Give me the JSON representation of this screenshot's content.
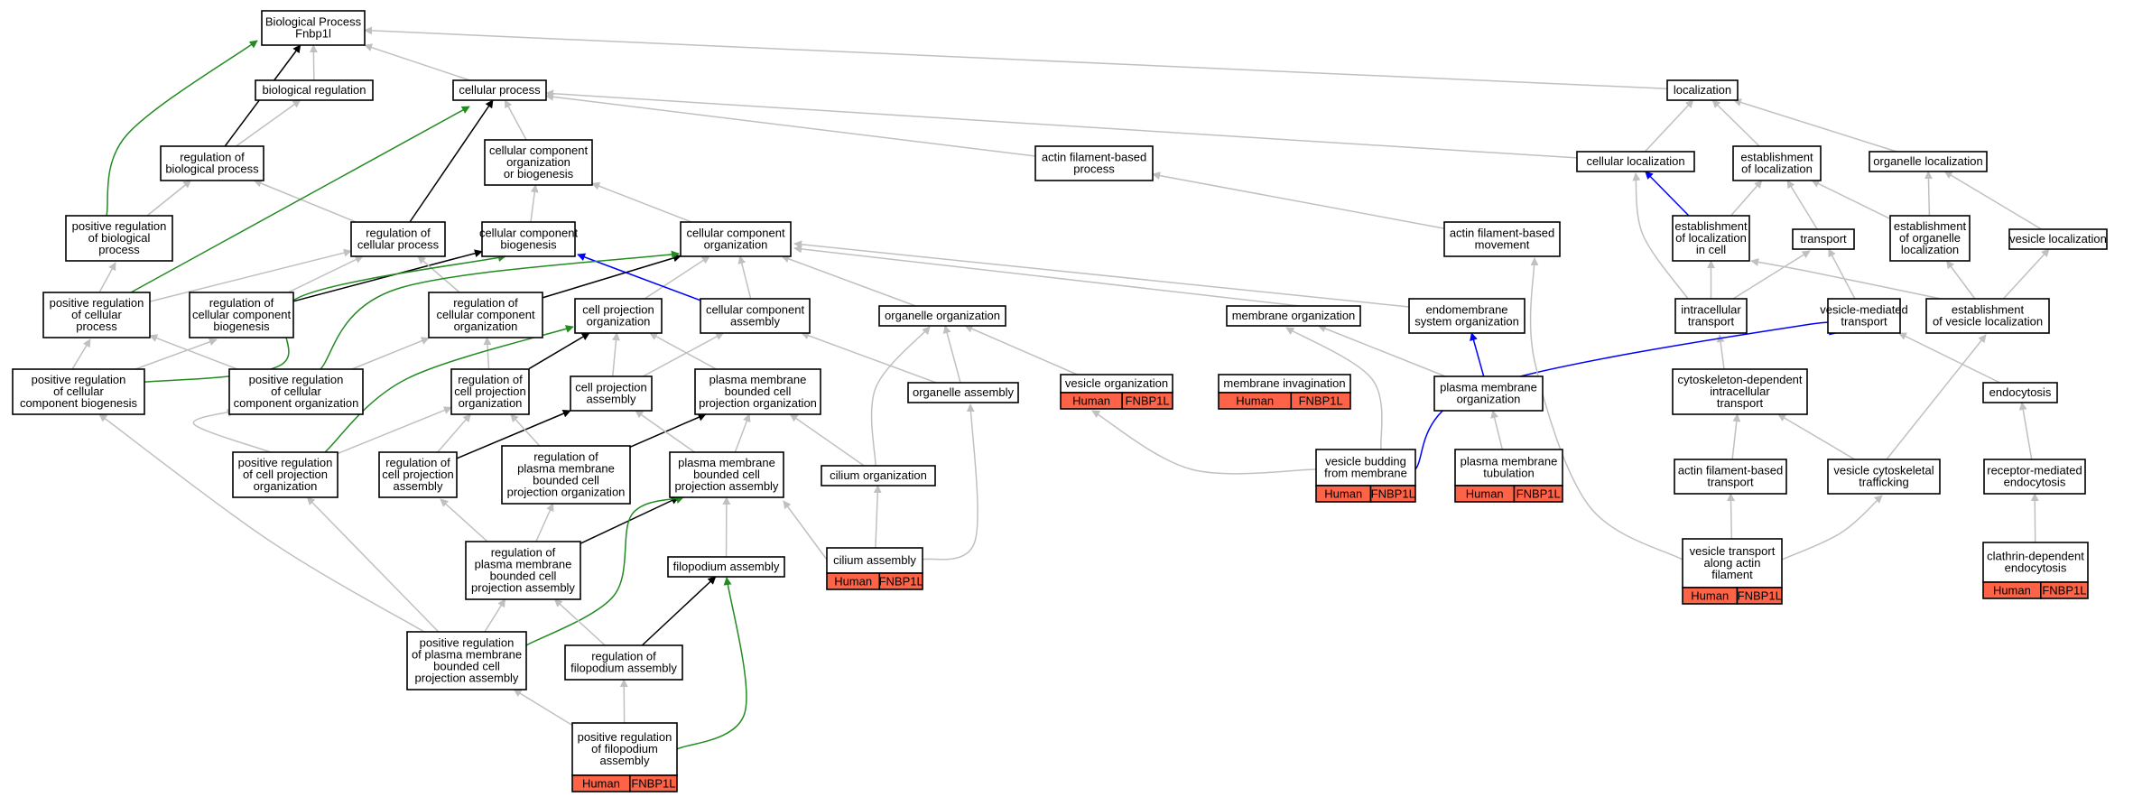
{
  "colors": {
    "gray": "#c0c0c0",
    "black": "#000000",
    "green": "#228b22",
    "blue": "#0000ff",
    "annotation_fill": "#ff6347"
  },
  "annotation_labels": [
    "Human",
    "FNBP1L"
  ],
  "nodes": [
    {
      "id": "bp",
      "lines": [
        "Biological Process",
        "Fnbp1l"
      ]
    },
    {
      "id": "bioreg",
      "lines": [
        "biological regulation"
      ]
    },
    {
      "id": "cellproc",
      "lines": [
        "cellular process"
      ]
    },
    {
      "id": "loc",
      "lines": [
        "localization"
      ]
    },
    {
      "id": "regbp",
      "lines": [
        "regulation of",
        "biological process"
      ]
    },
    {
      "id": "ccob",
      "lines": [
        "cellular component",
        "organization",
        "or biogenesis"
      ]
    },
    {
      "id": "afbp",
      "lines": [
        "actin filament-based",
        "process"
      ]
    },
    {
      "id": "cellloc",
      "lines": [
        "cellular localization"
      ]
    },
    {
      "id": "estloc",
      "lines": [
        "establishment",
        "of localization"
      ]
    },
    {
      "id": "orgloc",
      "lines": [
        "organelle localization"
      ]
    },
    {
      "id": "posregbp",
      "lines": [
        "positive regulation",
        "of biological",
        "process"
      ]
    },
    {
      "id": "regcp",
      "lines": [
        "regulation of",
        "cellular process"
      ]
    },
    {
      "id": "ccbio",
      "lines": [
        "cellular component",
        "biogenesis"
      ]
    },
    {
      "id": "cco",
      "lines": [
        "cellular component",
        "organization"
      ]
    },
    {
      "id": "afbm",
      "lines": [
        "actin filament-based",
        "movement"
      ]
    },
    {
      "id": "estlocc",
      "lines": [
        "establishment",
        "of localization",
        "in cell"
      ]
    },
    {
      "id": "transport",
      "lines": [
        "transport"
      ]
    },
    {
      "id": "estorgloc",
      "lines": [
        "establishment",
        "of organelle",
        "localization"
      ]
    },
    {
      "id": "vesloc",
      "lines": [
        "vesicle localization"
      ]
    },
    {
      "id": "posregcp",
      "lines": [
        "positive regulation",
        "of cellular",
        "process"
      ]
    },
    {
      "id": "regccb",
      "lines": [
        "regulation of",
        "cellular component",
        "biogenesis"
      ]
    },
    {
      "id": "regcco",
      "lines": [
        "regulation of",
        "cellular component",
        "organization"
      ]
    },
    {
      "id": "cpo",
      "lines": [
        "cell projection",
        "organization"
      ]
    },
    {
      "id": "cca",
      "lines": [
        "cellular component",
        "assembly"
      ]
    },
    {
      "id": "orgo",
      "lines": [
        "organelle organization"
      ]
    },
    {
      "id": "memo",
      "lines": [
        "membrane organization"
      ]
    },
    {
      "id": "endo",
      "lines": [
        "endomembrane",
        "system organization"
      ]
    },
    {
      "id": "ict",
      "lines": [
        "intracellular",
        "transport"
      ]
    },
    {
      "id": "vmt",
      "lines": [
        "vesicle-mediated",
        "transport"
      ]
    },
    {
      "id": "estvesloc",
      "lines": [
        "establishment",
        "of vesicle localization"
      ]
    },
    {
      "id": "posregccb",
      "lines": [
        "positive regulation",
        "of cellular",
        "component biogenesis"
      ]
    },
    {
      "id": "posregcco",
      "lines": [
        "positive regulation",
        "of cellular",
        "component organization"
      ]
    },
    {
      "id": "regcpo",
      "lines": [
        "regulation of",
        "cell projection",
        "organization"
      ]
    },
    {
      "id": "cpa",
      "lines": [
        "cell projection",
        "assembly"
      ]
    },
    {
      "id": "pmbcpo",
      "lines": [
        "plasma membrane",
        "bounded cell",
        "projection organization"
      ]
    },
    {
      "id": "orga",
      "lines": [
        "organelle assembly"
      ]
    },
    {
      "id": "veso",
      "lines": [
        "vesicle organization"
      ],
      "annotated": true
    },
    {
      "id": "memi",
      "lines": [
        "membrane invagination"
      ],
      "annotated": true
    },
    {
      "id": "pmo",
      "lines": [
        "plasma membrane",
        "organization"
      ]
    },
    {
      "id": "cdit",
      "lines": [
        "cytoskeleton-dependent",
        "intracellular",
        "transport"
      ]
    },
    {
      "id": "endocytosis",
      "lines": [
        "endocytosis"
      ]
    },
    {
      "id": "posregcpo",
      "lines": [
        "positive regulation",
        "of cell projection",
        "organization"
      ]
    },
    {
      "id": "regcpa",
      "lines": [
        "regulation of",
        "cell projection",
        "assembly"
      ]
    },
    {
      "id": "regpmbcpo",
      "lines": [
        "regulation of",
        "plasma membrane",
        "bounded cell",
        "projection organization"
      ]
    },
    {
      "id": "pmbcpa",
      "lines": [
        "plasma membrane",
        "bounded cell",
        "projection assembly"
      ]
    },
    {
      "id": "cilo",
      "lines": [
        "cilium organization"
      ]
    },
    {
      "id": "vbfm",
      "lines": [
        "vesicle budding",
        "from membrane"
      ],
      "annotated": true
    },
    {
      "id": "pmt",
      "lines": [
        "plasma membrane",
        "tubulation"
      ],
      "annotated": true
    },
    {
      "id": "afbt",
      "lines": [
        "actin filament-based",
        "transport"
      ]
    },
    {
      "id": "vct",
      "lines": [
        "vesicle cytoskeletal",
        "trafficking"
      ]
    },
    {
      "id": "rme",
      "lines": [
        "receptor-mediated",
        "endocytosis"
      ]
    },
    {
      "id": "regpmbcpa",
      "lines": [
        "regulation of",
        "plasma membrane",
        "bounded cell",
        "projection assembly"
      ]
    },
    {
      "id": "filoa",
      "lines": [
        "filopodium assembly"
      ]
    },
    {
      "id": "cila",
      "lines": [
        "cilium assembly"
      ],
      "annotated": true
    },
    {
      "id": "vtaaf",
      "lines": [
        "vesicle transport",
        "along actin",
        "filament"
      ],
      "annotated": true
    },
    {
      "id": "cde",
      "lines": [
        "clathrin-dependent",
        "endocytosis"
      ],
      "annotated": true
    },
    {
      "id": "posregpmbcpa",
      "lines": [
        "positive regulation",
        "of plasma membrane",
        "bounded cell",
        "projection assembly"
      ]
    },
    {
      "id": "regfiloa",
      "lines": [
        "regulation of",
        "filopodium assembly"
      ]
    },
    {
      "id": "posregfiloa",
      "lines": [
        "positive regulation",
        "of filopodium",
        "assembly"
      ],
      "annotated": true
    }
  ],
  "edges": [
    {
      "from": "bioreg",
      "to": "bp",
      "color": "gray"
    },
    {
      "from": "cellproc",
      "to": "bp",
      "color": "gray"
    },
    {
      "from": "loc",
      "to": "bp",
      "color": "gray"
    },
    {
      "from": "regbp",
      "to": "bioreg",
      "color": "gray"
    },
    {
      "from": "regbp",
      "to": "bp",
      "color": "black"
    },
    {
      "from": "posregbp",
      "to": "bp",
      "color": "green"
    },
    {
      "from": "posregbp",
      "to": "regbp",
      "color": "gray"
    },
    {
      "from": "regcp",
      "to": "regbp",
      "color": "gray"
    },
    {
      "from": "regcp",
      "to": "cellproc",
      "color": "black"
    },
    {
      "from": "posregcp",
      "to": "posregbp",
      "color": "gray"
    },
    {
      "from": "posregcp",
      "to": "regcp",
      "color": "gray"
    },
    {
      "from": "posregcp",
      "to": "cellproc",
      "color": "green"
    },
    {
      "from": "ccob",
      "to": "cellproc",
      "color": "gray"
    },
    {
      "from": "afbp",
      "to": "cellproc",
      "color": "gray"
    },
    {
      "from": "cellloc",
      "to": "cellproc",
      "color": "gray"
    },
    {
      "from": "cellloc",
      "to": "loc",
      "color": "gray"
    },
    {
      "from": "estloc",
      "to": "loc",
      "color": "gray"
    },
    {
      "from": "orgloc",
      "to": "loc",
      "color": "gray"
    },
    {
      "from": "ccbio",
      "to": "ccob",
      "color": "gray"
    },
    {
      "from": "cco",
      "to": "ccob",
      "color": "gray"
    },
    {
      "from": "afbm",
      "to": "afbp",
      "color": "gray"
    },
    {
      "from": "estlocc",
      "to": "cellloc",
      "color": "blue"
    },
    {
      "from": "estlocc",
      "to": "estloc",
      "color": "gray"
    },
    {
      "from": "transport",
      "to": "estloc",
      "color": "gray"
    },
    {
      "from": "estorgloc",
      "to": "estloc",
      "color": "gray"
    },
    {
      "from": "estorgloc",
      "to": "orgloc",
      "color": "gray"
    },
    {
      "from": "vesloc",
      "to": "orgloc",
      "color": "gray"
    },
    {
      "from": "regccb",
      "to": "regcp",
      "color": "gray"
    },
    {
      "from": "regccb",
      "to": "ccbio",
      "color": "black"
    },
    {
      "from": "regcco",
      "to": "regcp",
      "color": "gray"
    },
    {
      "from": "regcco",
      "to": "cco",
      "color": "black"
    },
    {
      "from": "cpo",
      "to": "cco",
      "color": "gray"
    },
    {
      "from": "cca",
      "to": "ccbio",
      "color": "blue"
    },
    {
      "from": "cca",
      "to": "cco",
      "color": "gray"
    },
    {
      "from": "orgo",
      "to": "cco",
      "color": "gray"
    },
    {
      "from": "memo",
      "to": "cco",
      "color": "gray"
    },
    {
      "from": "endo",
      "to": "cco",
      "color": "gray"
    },
    {
      "from": "ict",
      "to": "cellloc",
      "color": "gray"
    },
    {
      "from": "ict",
      "to": "estlocc",
      "color": "gray"
    },
    {
      "from": "ict",
      "to": "transport",
      "color": "gray"
    },
    {
      "from": "vmt",
      "to": "transport",
      "color": "gray"
    },
    {
      "from": "estvesloc",
      "to": "estlocc",
      "color": "gray"
    },
    {
      "from": "estvesloc",
      "to": "estorgloc",
      "color": "gray"
    },
    {
      "from": "estvesloc",
      "to": "vesloc",
      "color": "gray"
    },
    {
      "from": "posregccb",
      "to": "posregcp",
      "color": "gray"
    },
    {
      "from": "posregccb",
      "to": "regccb",
      "color": "gray"
    },
    {
      "from": "posregccb",
      "to": "ccbio",
      "color": "green"
    },
    {
      "from": "posregcco",
      "to": "posregcp",
      "color": "gray"
    },
    {
      "from": "posregcco",
      "to": "regcco",
      "color": "gray"
    },
    {
      "from": "posregcco",
      "to": "cco",
      "color": "green"
    },
    {
      "from": "regcpo",
      "to": "regcco",
      "color": "gray"
    },
    {
      "from": "regcpo",
      "to": "cpo",
      "color": "black"
    },
    {
      "from": "cpa",
      "to": "cpo",
      "color": "gray"
    },
    {
      "from": "cpa",
      "to": "cca",
      "color": "gray"
    },
    {
      "from": "pmbcpo",
      "to": "cpo",
      "color": "gray"
    },
    {
      "from": "orga",
      "to": "cca",
      "color": "gray"
    },
    {
      "from": "orga",
      "to": "orgo",
      "color": "gray"
    },
    {
      "from": "veso",
      "to": "orgo",
      "color": "gray"
    },
    {
      "from": "pmo",
      "to": "memo",
      "color": "gray"
    },
    {
      "from": "pmo",
      "to": "endo",
      "color": "blue"
    },
    {
      "from": "cdit",
      "to": "ict",
      "color": "gray"
    },
    {
      "from": "endocytosis",
      "to": "vmt",
      "color": "gray"
    },
    {
      "from": "posregcpo",
      "to": "posregcco",
      "color": "gray"
    },
    {
      "from": "posregcpo",
      "to": "regcpo",
      "color": "gray"
    },
    {
      "from": "posregcpo",
      "to": "cpo",
      "color": "green"
    },
    {
      "from": "regcpa",
      "to": "regcpo",
      "color": "gray"
    },
    {
      "from": "regcpa",
      "to": "cpa",
      "color": "black"
    },
    {
      "from": "regpmbcpo",
      "to": "regcpo",
      "color": "gray"
    },
    {
      "from": "regpmbcpo",
      "to": "pmbcpo",
      "color": "black"
    },
    {
      "from": "pmbcpa",
      "to": "cpa",
      "color": "gray"
    },
    {
      "from": "pmbcpa",
      "to": "pmbcpo",
      "color": "gray"
    },
    {
      "from": "cilo",
      "to": "pmbcpo",
      "color": "gray"
    },
    {
      "from": "cilo",
      "to": "orgo",
      "color": "gray"
    },
    {
      "from": "vbfm",
      "to": "veso",
      "color": "gray"
    },
    {
      "from": "vbfm",
      "to": "memo",
      "color": "gray"
    },
    {
      "from": "vbfm",
      "to": "vmt",
      "color": "blue"
    },
    {
      "from": "pmt",
      "to": "pmo",
      "color": "gray"
    },
    {
      "from": "afbt",
      "to": "cdit",
      "color": "gray"
    },
    {
      "from": "vct",
      "to": "cdit",
      "color": "gray"
    },
    {
      "from": "vct",
      "to": "estvesloc",
      "color": "gray"
    },
    {
      "from": "rme",
      "to": "endocytosis",
      "color": "gray"
    },
    {
      "from": "regpmbcpa",
      "to": "regcpa",
      "color": "gray"
    },
    {
      "from": "regpmbcpa",
      "to": "regpmbcpo",
      "color": "gray"
    },
    {
      "from": "regpmbcpa",
      "to": "pmbcpa",
      "color": "black"
    },
    {
      "from": "filoa",
      "to": "pmbcpa",
      "color": "gray"
    },
    {
      "from": "cila",
      "to": "cilo",
      "color": "gray"
    },
    {
      "from": "cila",
      "to": "pmbcpa",
      "color": "gray"
    },
    {
      "from": "cila",
      "to": "orga",
      "color": "gray"
    },
    {
      "from": "vtaaf",
      "to": "afbt",
      "color": "gray"
    },
    {
      "from": "vtaaf",
      "to": "vct",
      "color": "gray"
    },
    {
      "from": "vtaaf",
      "to": "afbm",
      "color": "gray"
    },
    {
      "from": "cde",
      "to": "rme",
      "color": "gray"
    },
    {
      "from": "posregpmbcpa",
      "to": "posregcpo",
      "color": "gray"
    },
    {
      "from": "posregpmbcpa",
      "to": "regpmbcpa",
      "color": "gray"
    },
    {
      "from": "posregpmbcpa",
      "to": "pmbcpa",
      "color": "green"
    },
    {
      "from": "posregpmbcpa",
      "to": "posregccb",
      "color": "gray"
    },
    {
      "from": "regfiloa",
      "to": "regpmbcpa",
      "color": "gray"
    },
    {
      "from": "regfiloa",
      "to": "filoa",
      "color": "black"
    },
    {
      "from": "posregfiloa",
      "to": "posregpmbcpa",
      "color": "gray"
    },
    {
      "from": "posregfiloa",
      "to": "regfiloa",
      "color": "gray"
    },
    {
      "from": "posregfiloa",
      "to": "filoa",
      "color": "green"
    }
  ]
}
